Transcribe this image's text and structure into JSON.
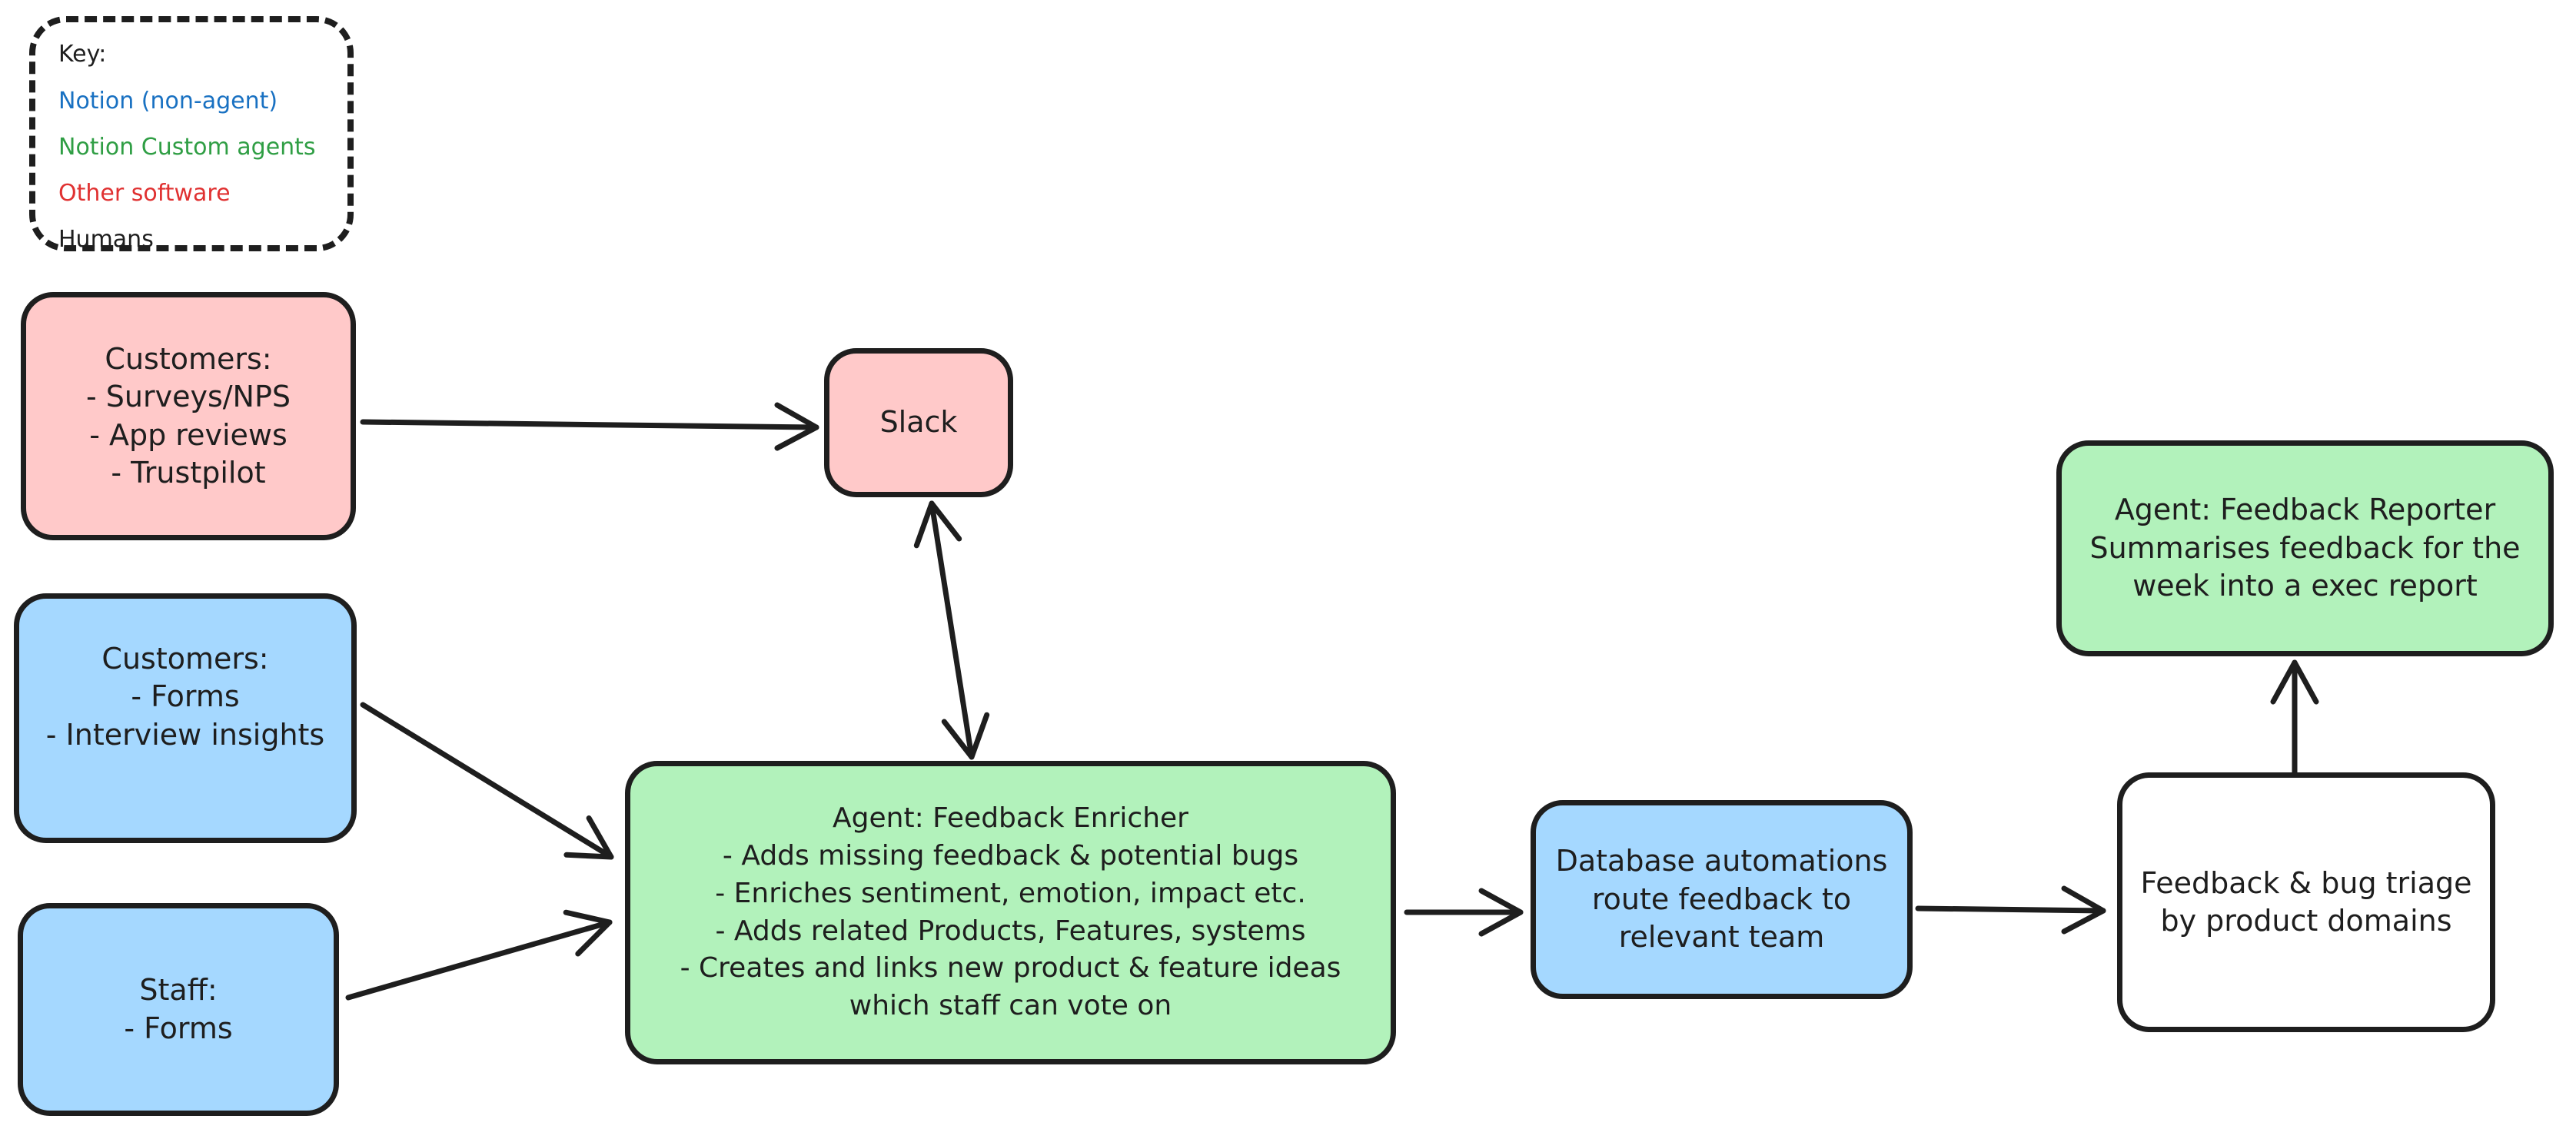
{
  "canvas": {
    "background": "#ffffff",
    "stroke_color": "#1e1e1e"
  },
  "key": {
    "title": "Key:",
    "items": [
      {
        "label": "Notion (non-agent)",
        "color": "#1971c2"
      },
      {
        "label": "Notion Custom agents",
        "color": "#2f9e44"
      },
      {
        "label": "Other software",
        "color": "#e03131"
      },
      {
        "label": "Humans",
        "color": "#1e1e1e"
      }
    ]
  },
  "palette": {
    "other_software_fill": "#ffc9c9",
    "notion_non_agent_fill": "#a5d8ff",
    "notion_custom_agents_fill": "#b2f2bb",
    "humans_fill": "#ffffff"
  },
  "nodes": {
    "customers_external": {
      "fill": "#ffc9c9",
      "lines": [
        "Customers:",
        "- Surveys/NPS",
        "- App reviews",
        "- Trustpilot"
      ]
    },
    "slack": {
      "fill": "#ffc9c9",
      "lines": [
        "Slack"
      ]
    },
    "customers_notion": {
      "fill": "#a5d8ff",
      "lines": [
        "Customers:",
        "- Forms",
        "- Interview insights"
      ]
    },
    "staff": {
      "fill": "#a5d8ff",
      "lines": [
        "Staff:",
        "- Forms"
      ]
    },
    "feedback_enricher_agent": {
      "fill": "#b2f2bb",
      "lines": [
        "Agent: Feedback Enricher",
        "- Adds missing feedback & potential bugs",
        "- Enriches sentiment, emotion, impact etc.",
        "- Adds related Products, Features, systems",
        "- Creates and links new product & feature ideas",
        "which staff can vote on"
      ]
    },
    "database_automations": {
      "fill": "#a5d8ff",
      "lines": [
        "Database automations",
        "route feedback to",
        "relevant team"
      ]
    },
    "feedback_triage": {
      "fill": "#ffffff",
      "lines": [
        "Feedback & bug triage",
        "by product domains"
      ]
    },
    "feedback_reporter_agent": {
      "fill": "#b2f2bb",
      "lines": [
        "Agent: Feedback Reporter",
        "Summarises feedback for the",
        "week into a exec report"
      ]
    }
  },
  "edges": [
    {
      "from": "customers_external",
      "to": "slack",
      "arrowheads": "end"
    },
    {
      "from": "slack",
      "to": "feedback_enricher_agent",
      "arrowheads": "both"
    },
    {
      "from": "customers_notion",
      "to": "feedback_enricher_agent",
      "arrowheads": "end"
    },
    {
      "from": "staff",
      "to": "feedback_enricher_agent",
      "arrowheads": "end"
    },
    {
      "from": "feedback_enricher_agent",
      "to": "database_automations",
      "arrowheads": "end"
    },
    {
      "from": "database_automations",
      "to": "feedback_triage",
      "arrowheads": "end"
    },
    {
      "from": "feedback_triage",
      "to": "feedback_reporter_agent",
      "arrowheads": "end"
    }
  ]
}
